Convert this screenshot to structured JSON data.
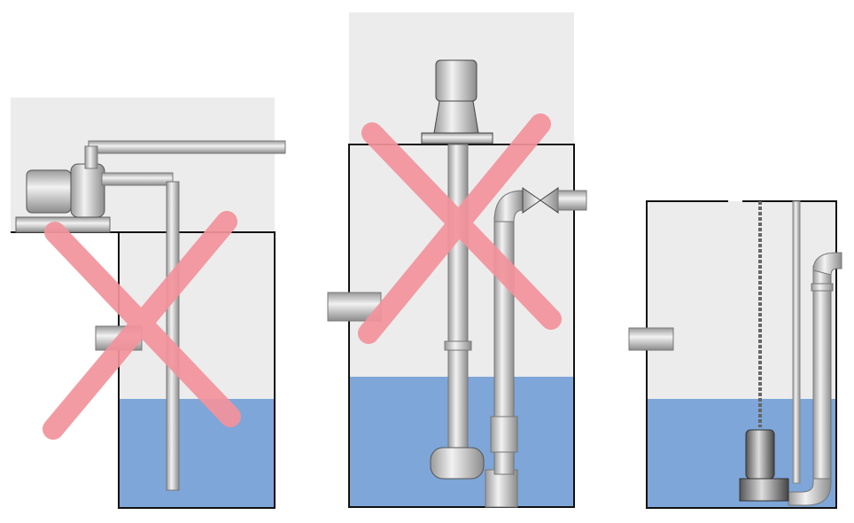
{
  "colors": {
    "background": "#ffffff",
    "dry_area": "#ececec",
    "water": "#7ea6d8",
    "tank_outline": "#111111",
    "pipe": "#d4d4d4",
    "pipe_edge": "#7a7a7a",
    "cross_mark": "#f3939c"
  },
  "panels": [
    {
      "id": "dry-installed-pump",
      "crossed_out": true
    },
    {
      "id": "vertical-column-pump",
      "crossed_out": true
    },
    {
      "id": "submersible-pump",
      "crossed_out": false
    }
  ]
}
